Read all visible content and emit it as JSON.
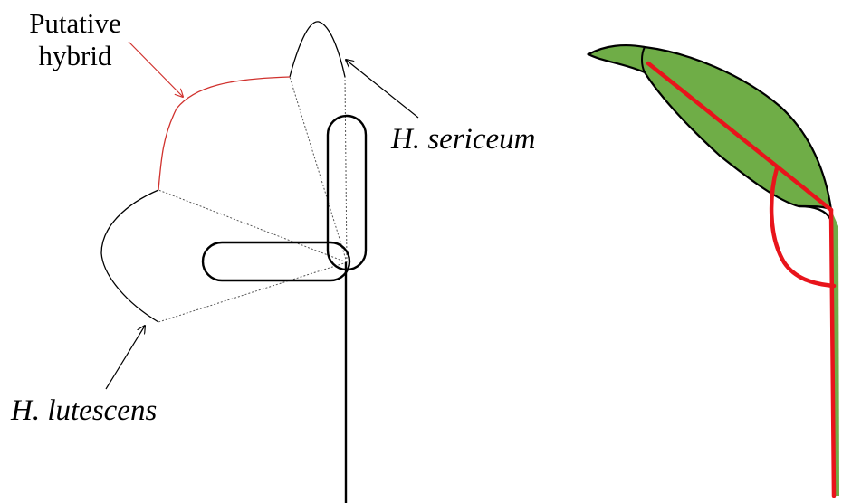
{
  "labels": {
    "hybrid_line1": "Putative",
    "hybrid_line2": "hybrid",
    "sericeum": "H. sericeum",
    "lutescens": "H. lutescens"
  },
  "colors": {
    "outline": "#000000",
    "hybrid": "#d0312d",
    "leaf_fill": "#6fad47",
    "leaf_vein": "#e8141b",
    "guide": "#555555"
  }
}
